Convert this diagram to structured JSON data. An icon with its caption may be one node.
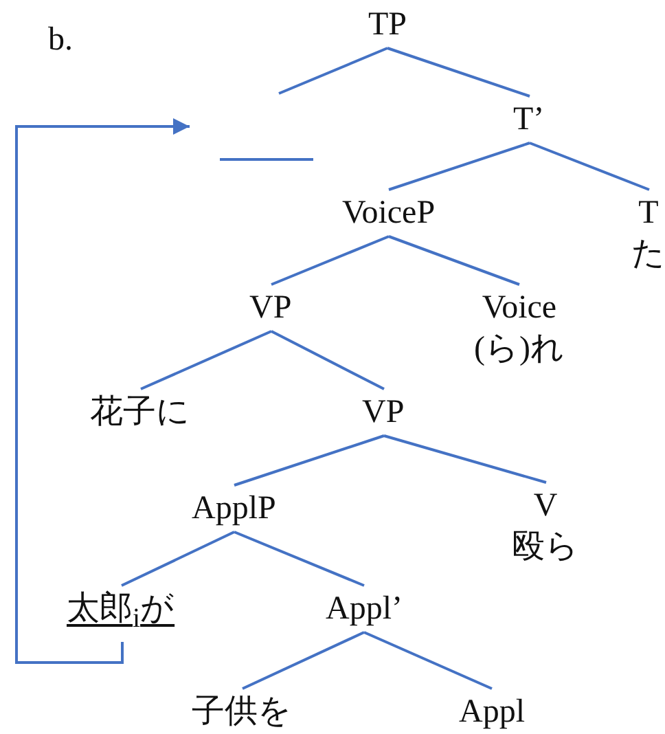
{
  "diagram": {
    "nodes": [
      {
        "text": [
          "TP"
        ]
      },
      {
        "text": [],
        "shape": "bar"
      },
      {
        "text": [
          "T’"
        ]
      },
      {
        "text": [
          "VoiceP"
        ]
      },
      {
        "text": [
          "T",
          "た"
        ]
      },
      {
        "text": [
          "VP"
        ]
      },
      {
        "text": [
          "Voice",
          "(ら)れ"
        ]
      },
      {
        "text": [
          "花子に"
        ]
      },
      {
        "text": [
          "VP"
        ]
      },
      {
        "text": [
          "ApplP"
        ]
      },
      {
        "text": [
          "V",
          "殴ら"
        ]
      },
      {
        "text": [
          "太郎$_{i}$が"
        ]
      },
      {
        "text": [
          "Appl’"
        ]
      },
      {
        "text": [
          "子供を"
        ]
      },
      {
        "text": [
          "Appl"
        ]
      }
    ],
    "edges": [
      {
        "from": 0,
        "to": 1,
        "arrow": "none"
      },
      {
        "from": 0,
        "to": 2,
        "arrow": "none"
      },
      {
        "from": 2,
        "to": 3,
        "arrow": "none"
      },
      {
        "from": 2,
        "to": 4,
        "arrow": "none"
      },
      {
        "from": 3,
        "to": 5,
        "arrow": "none"
      },
      {
        "from": 3,
        "to": 6,
        "arrow": "none"
      },
      {
        "from": 5,
        "to": 7,
        "arrow": "none"
      },
      {
        "from": 5,
        "to": 8,
        "arrow": "none"
      },
      {
        "from": 8,
        "to": 9,
        "arrow": "none"
      },
      {
        "from": 8,
        "to": 10,
        "arrow": "none"
      },
      {
        "from": 9,
        "to": 11,
        "arrow": "none"
      },
      {
        "from": 9,
        "to": 12,
        "arrow": "none"
      },
      {
        "from": 12,
        "to": 13,
        "arrow": "none"
      },
      {
        "from": 12,
        "to": 14,
        "arrow": "none"
      },
      {
        "from": 11,
        "to": 1,
        "arrow": "to"
      }
    ],
    "labels": [
      "b."
    ]
  }
}
